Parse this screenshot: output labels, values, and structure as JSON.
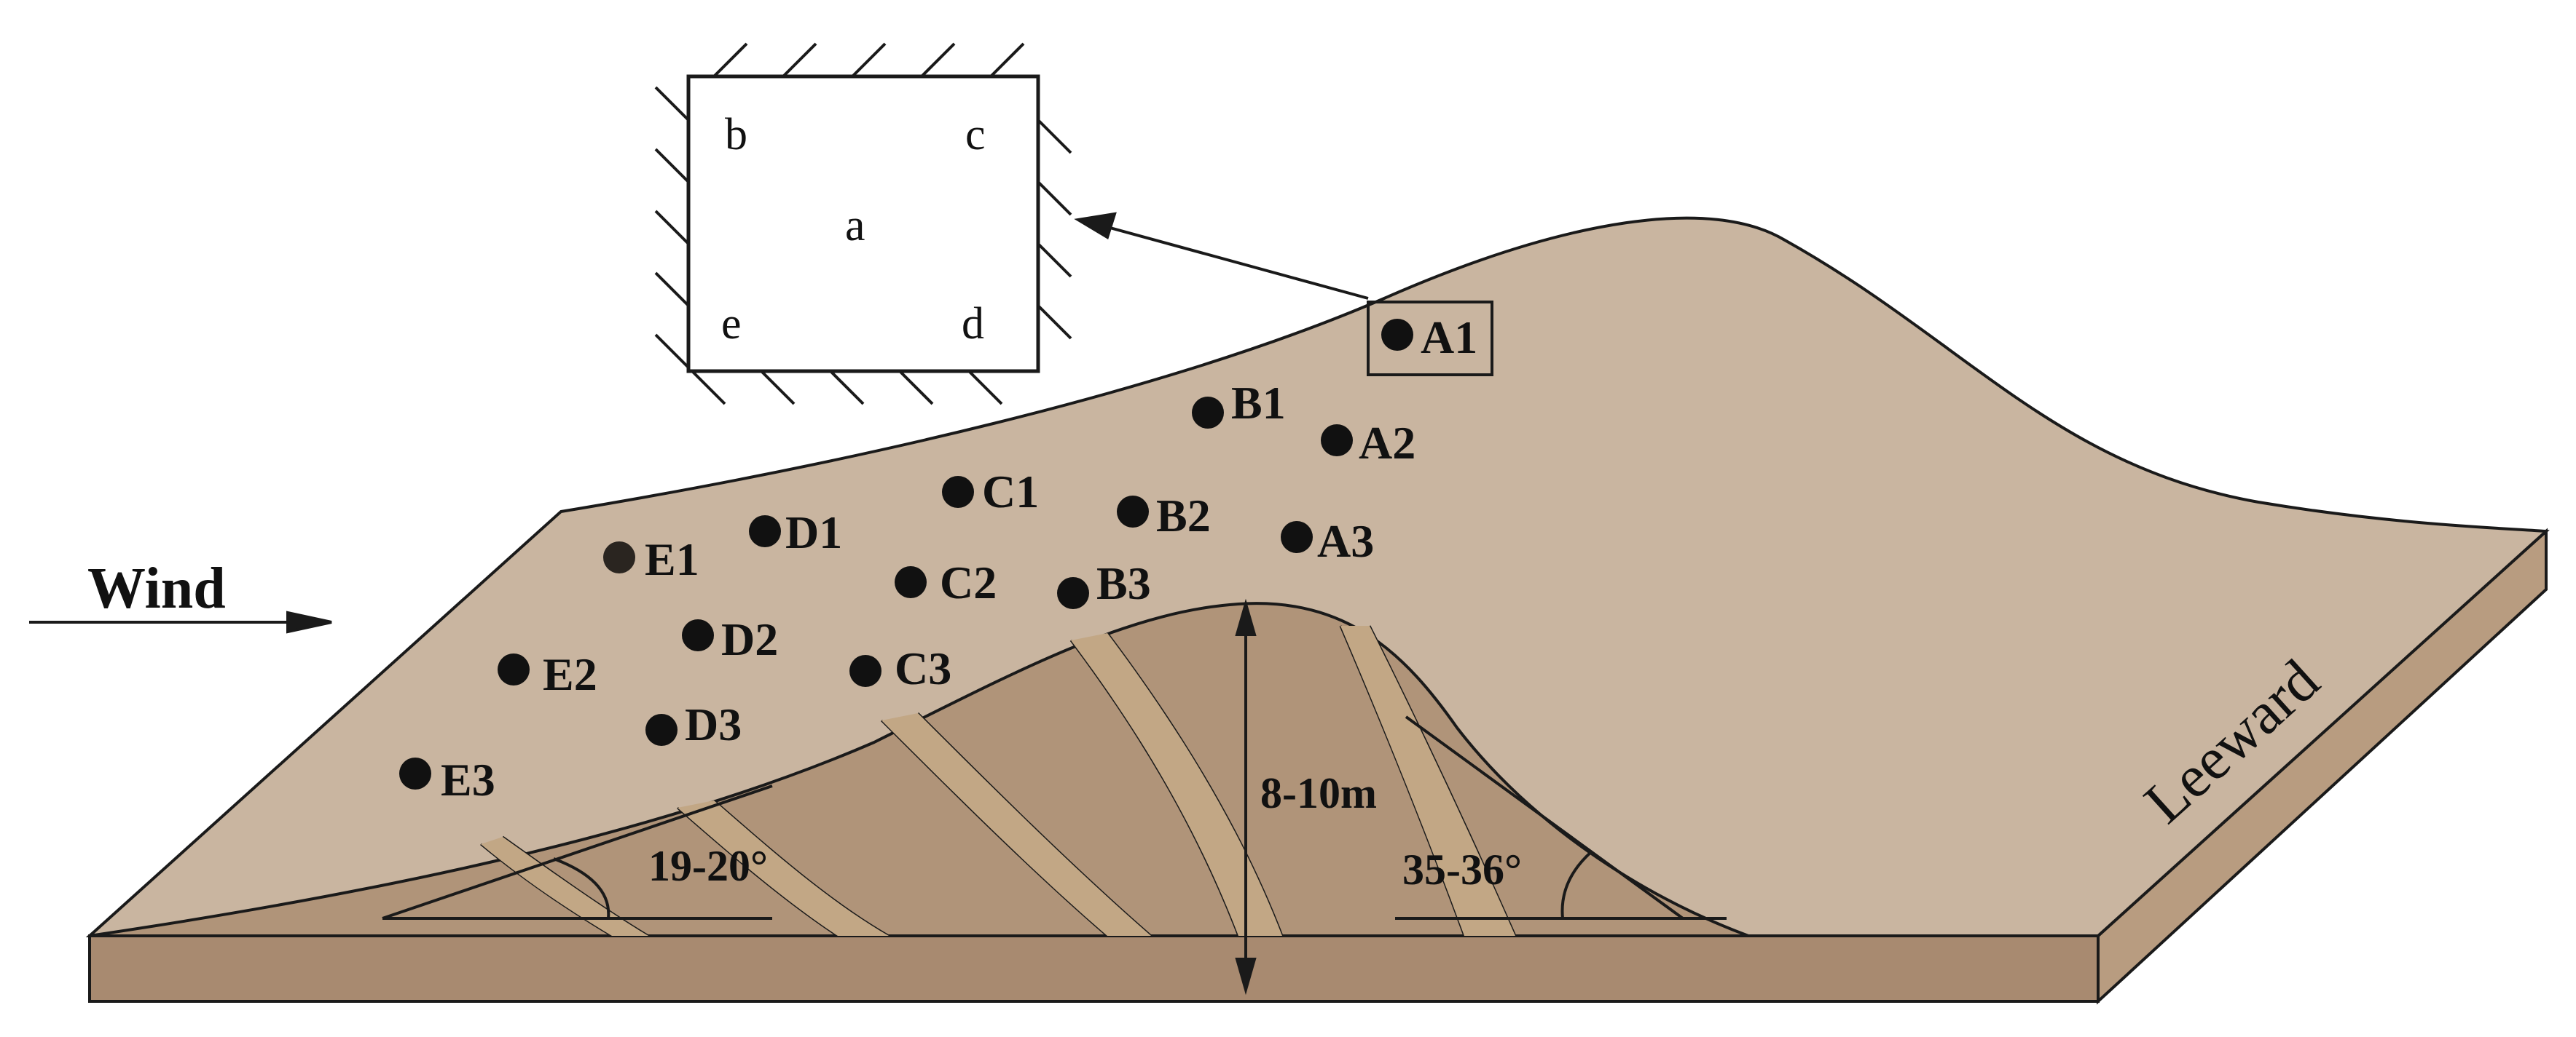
{
  "wind_label": "Wind",
  "leeward_label": "Leeward",
  "height_label": "8-10m",
  "windward_angle_label": "19-20°",
  "leeward_angle_label": "35-36°",
  "inset": {
    "center": "a",
    "top_left": "b",
    "top_right": "c",
    "bottom_right": "d",
    "bottom_left": "e"
  },
  "points": {
    "A1": "A1",
    "A2": "A2",
    "A3": "A3",
    "B1": "B1",
    "B2": "B2",
    "B3": "B3",
    "C1": "C1",
    "C2": "C2",
    "C3": "C3",
    "D1": "D1",
    "D2": "D2",
    "D3": "D3",
    "E1": "E1",
    "E2": "E2",
    "E3": "E3"
  },
  "colors": {
    "dune_surface": "#c9b5a0",
    "dune_cross_section": "#b09479",
    "base_front": "#a88a70",
    "base_right": "#b89c80",
    "strata_band": "#c2a785",
    "outline": "#1a1a1a"
  }
}
